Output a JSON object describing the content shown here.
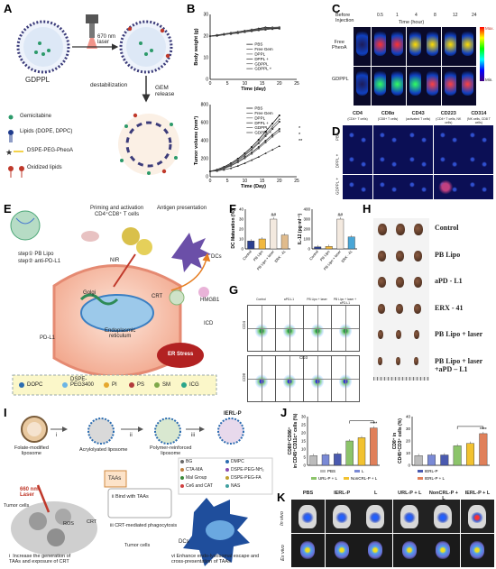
{
  "panels": {
    "A": {
      "label": "A",
      "laser": "670 nm\nlaser",
      "name": "GDPPL",
      "process": "destabilization",
      "release": "GEM\nrelease",
      "legend": [
        "Gemicitabine",
        "Lipids (DOPE, DPPC)",
        "DSPE-PEG-PheoA",
        "Oxidized lipids"
      ]
    },
    "B": {
      "label": "B",
      "chart_data": [
        {
          "type": "line",
          "ylabel": "Body weight (g)",
          "xlabel": "Time (day)",
          "ylim": [
            0,
            30
          ],
          "yticks": [
            0,
            10,
            20,
            30
          ],
          "xlim": [
            0,
            25
          ],
          "xticks": [
            0,
            5,
            10,
            15,
            20,
            25
          ],
          "legend": [
            "PBS",
            "Free Gem",
            "DPPL",
            "DPPL +",
            "GDPPL",
            "GDPPL +"
          ],
          "x": [
            0,
            2,
            4,
            6,
            8,
            10,
            12,
            14,
            16,
            18,
            20
          ],
          "series": [
            {
              "name": "PBS",
              "values": [
                20,
                20.5,
                21,
                21.5,
                22,
                22.5,
                23,
                23.5,
                24,
                24,
                24
              ]
            },
            {
              "name": "Free Gem",
              "values": [
                20,
                20.2,
                20.8,
                21,
                21.5,
                22,
                22.5,
                23,
                23,
                23.5,
                23.5
              ]
            },
            {
              "name": "DPPL",
              "values": [
                20,
                20.4,
                21,
                21.4,
                22,
                22.4,
                23,
                23.2,
                23.8,
                24,
                24.2
              ]
            },
            {
              "name": "DPPL +",
              "values": [
                20,
                20.1,
                20.6,
                21.2,
                21.6,
                22,
                22.6,
                23,
                23.4,
                23.6,
                23.8
              ]
            },
            {
              "name": "GDPPL",
              "values": [
                20,
                20.3,
                20.9,
                21.3,
                21.8,
                22.2,
                22.8,
                23.1,
                23.5,
                23.8,
                24
              ]
            },
            {
              "name": "GDPPL +",
              "values": [
                20,
                20.2,
                20.7,
                21.1,
                21.4,
                21.9,
                22.3,
                22.7,
                23,
                23.3,
                23.5
              ]
            }
          ]
        },
        {
          "type": "line",
          "ylabel": "Tumor volume (mm³)",
          "xlabel": "Time (Day)",
          "ylim": [
            0,
            800
          ],
          "yticks": [
            0,
            200,
            400,
            600,
            800
          ],
          "xlim": [
            0,
            25
          ],
          "xticks": [
            0,
            5,
            10,
            15,
            20,
            25
          ],
          "legend": [
            "PBS",
            "Free Gem",
            "DPPL",
            "DPPL +",
            "GDPPL",
            "GDPPL +"
          ],
          "annotations": [
            "*",
            "*",
            "**"
          ],
          "x": [
            0,
            2,
            4,
            6,
            8,
            10,
            12,
            14,
            16,
            18,
            20
          ],
          "series": [
            {
              "name": "PBS",
              "values": [
                60,
                80,
                110,
                150,
                200,
                260,
                330,
                410,
                500,
                590,
                680
              ]
            },
            {
              "name": "Free Gem",
              "values": [
                60,
                75,
                100,
                135,
                180,
                235,
                300,
                370,
                450,
                530,
                610
              ]
            },
            {
              "name": "DPPL",
              "values": [
                60,
                78,
                105,
                140,
                190,
                245,
                310,
                385,
                470,
                555,
                640
              ]
            },
            {
              "name": "DPPL +",
              "values": [
                60,
                72,
                95,
                125,
                165,
                215,
                270,
                330,
                400,
                465,
                530
              ]
            },
            {
              "name": "GDPPL",
              "values": [
                60,
                70,
                90,
                120,
                160,
                205,
                255,
                315,
                380,
                445,
                505
              ]
            },
            {
              "name": "GDPPL +",
              "values": [
                60,
                65,
                78,
                95,
                120,
                150,
                185,
                220,
                260,
                300,
                340
              ]
            }
          ]
        }
      ]
    },
    "C": {
      "label": "C",
      "before": "Before\nInjection",
      "hours": [
        "0.5",
        "1",
        "4",
        "8",
        "12",
        "24"
      ],
      "hour_label": "Time (hour)",
      "rows": [
        "Free\nPheoA",
        "GDPPL"
      ],
      "colorbar": [
        "Max.",
        "Min."
      ]
    },
    "D": {
      "label": "D",
      "columns": [
        "CD4",
        "CD8α",
        "CD43",
        "CD223",
        "CD314"
      ],
      "subcolumns": [
        "(CD4+ T cells)",
        "(CD8+ T cells)",
        "(activated T cells)",
        "(CD4+ T cells, NK cells)",
        "(NK cells, CD8 T cells)"
      ],
      "rows": [
        "PBS",
        "DPPL +",
        "GDPPL +"
      ]
    },
    "E": {
      "label": "E",
      "top": "Priming and activation\nCD4⁺CD8⁺ T cells",
      "antigen": "Antigen presentation",
      "step1": "step① PB Lipo",
      "step2": "step② anti-PD-L1",
      "nir": "NIR",
      "dcs": "DCs",
      "crt": "CRT",
      "hmgb1": "HMGB1",
      "icd": "ICD",
      "golgi": "Golgi",
      "er": "Endoplasmic\nreticulum",
      "pdl1": "PD-L1",
      "stress": "ER Stress",
      "legend": [
        "DOPC",
        "DSPE-\nPEG3400",
        "PI",
        "PS",
        "SM",
        "ICG"
      ]
    },
    "F": {
      "label": "F",
      "chart_data": [
        {
          "type": "bar",
          "ylabel": "DC Maturation (%)",
          "categories": [
            "Control",
            "PB Lipo",
            "PB Lipo + laser",
            "ERX - 41"
          ],
          "values": [
            8,
            10,
            30,
            14
          ],
          "ylim": [
            0,
            40
          ],
          "yticks": [
            0,
            10,
            20,
            30,
            40
          ],
          "colors": [
            "#2a3f8f",
            "#f0b840",
            "#f3e9df",
            "#e0bb8c"
          ],
          "annotations": [
            "##"
          ]
        },
        {
          "type": "bar",
          "ylabel": "IL-12 (pg·ml⁻¹)",
          "categories": [
            "Control",
            "PB Lipo",
            "PB Lipo + laser",
            "ERX - 41"
          ],
          "values": [
            20,
            25,
            300,
            120
          ],
          "ylim": [
            0,
            400
          ],
          "yticks": [
            0,
            100,
            200,
            300,
            400
          ],
          "colors": [
            "#2a3f8f",
            "#f0b840",
            "#f3e9df",
            "#49a6d6"
          ],
          "annotations": [
            "##"
          ]
        }
      ]
    },
    "G": {
      "label": "G",
      "columns": [
        "Control",
        "aPD-L1",
        "PB Lipo + laser",
        "PB Lipo + laser + aPD-L1"
      ],
      "y1": "CD4",
      "y2": "CD8",
      "x": "CD3"
    },
    "H": {
      "label": "H",
      "groups": [
        "Control",
        "PB Lipo",
        "aPD - L1",
        "ERX - 41",
        "PB Lipo + laser",
        "PB Lipo + laser\n+aPD – L1"
      ]
    },
    "I": {
      "label": "I",
      "stages": [
        "Folate-modified\nliposome",
        "Acrylolyated liposome",
        "Polymer-reinforced\nliposome",
        "IERL-P"
      ],
      "steps": [
        "i",
        "ii",
        "iii"
      ],
      "legend": [
        "BG",
        "CTA-MA",
        "Mal Group",
        "Ce6 and CAT",
        "DMPC",
        "DSPE-PEG-NH₂",
        "DSPE-PEG-FA",
        "NAS"
      ],
      "laser": "660 nm\nLaser",
      "tumor": "Tumor cells",
      "crt": "CRT",
      "taas": "TAAs",
      "ros": "ROS",
      "bind": "ii Bind with TAAs",
      "crt_mediated": "iii CRT-mediated phagocytosis",
      "increase": "i  Increase the generation of\nTAAs and exposure of CRT",
      "enhance": "vi Enhance endo-lysosomal escape and\ncross-presentation of TAAs",
      "dcs": "DCs",
      "tumor2": "Tumor cells"
    },
    "J": {
      "label": "J",
      "chart_data": [
        {
          "type": "bar",
          "ylabel": "CD80⁺CD86⁺\nin CD45⁺CD11c⁺ cells (%)",
          "categories": [
            "PBS",
            "L",
            "IERL-P",
            "URL-P + L",
            "NonCRL-P + L",
            "IERL-P + L"
          ],
          "values": [
            6,
            6.5,
            7,
            15,
            17,
            23
          ],
          "ylim": [
            0,
            30
          ],
          "yticks": [
            0,
            5,
            10,
            15,
            20,
            25,
            30
          ],
          "colors": [
            "#bcbcbc",
            "#7a8ad6",
            "#4a5ab0",
            "#8cc46a",
            "#f2c230",
            "#e0805a"
          ],
          "annotations": [
            "****"
          ]
        },
        {
          "type": "bar",
          "ylabel": "CD8⁺ in\nCD45⁺CD3⁺ cells (%)",
          "categories": [
            "PBS",
            "L",
            "IERL-P",
            "URL-P + L",
            "NonCRL-P + L",
            "IERL-P + L"
          ],
          "values": [
            8,
            8.5,
            8.5,
            16,
            18,
            26
          ],
          "ylim": [
            0,
            40
          ],
          "yticks": [
            0,
            10,
            20,
            30,
            40
          ],
          "colors": [
            "#bcbcbc",
            "#7a8ad6",
            "#4a5ab0",
            "#8cc46a",
            "#f2c230",
            "#e0805a"
          ],
          "annotations": [
            "****"
          ]
        }
      ],
      "legend": [
        "PBS",
        "L",
        "IERL-P",
        "URL-P + L",
        "NonCRL-P + L",
        "IERL-P + L"
      ]
    },
    "K": {
      "label": "K",
      "columns": [
        "PBS",
        "IERL-P",
        "L",
        "URL-P + L",
        "NonCRL-P + L",
        "IERL-P + L"
      ],
      "rows": [
        "In vivo",
        "Ex vivo"
      ]
    }
  },
  "colors": {
    "pbs": "#000000",
    "accent_red": "#c0392b",
    "er_stress": "#b22222",
    "imaging_bg": "#0a0a2a"
  }
}
